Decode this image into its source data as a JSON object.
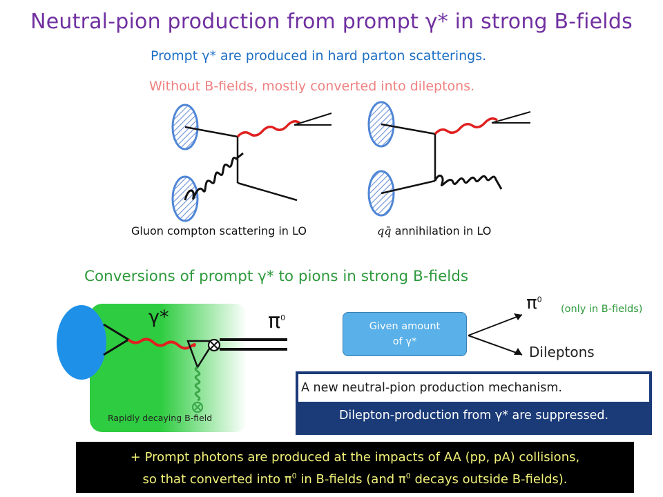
{
  "title": "Neutral-pion production from prompt γ* in strong B-fields",
  "subtitle_1": "Prompt γ* are produced in hard parton scatterings.",
  "subtitle_2": "Without B-fields, mostly converted into dileptons.",
  "diagrams": [
    {
      "caption": "Gluon compton scattering in LO"
    },
    {
      "caption_math": "qq̄",
      "caption": "annihilation in LO"
    }
  ],
  "conversion": {
    "title": "Conversions of prompt γ* to pions in strong B-fields",
    "gamma_label": "γ*",
    "pi0_label": "π",
    "pi0_sup": "0",
    "bfield_caption": "Rapidly decaying B-field"
  },
  "branching": {
    "box_line1": "Given amount",
    "box_line2": "of γ*",
    "pi0": "π",
    "pi0_sup": "0",
    "pi0_note": "(only in B-fields)",
    "dileptons": "Dileptons"
  },
  "mechanism": {
    "line1": "A new neutral-pion production mechanism.",
    "line2": "Dilepton-production  from γ*  are suppressed."
  },
  "footer": {
    "line1": "+ Prompt photons are produced at the impacts of AA (pp, pA) collisions,",
    "line2_a": "so that  converted into π",
    "line2_b": " in B-fields (and π",
    "line2_c": " decays outside B-fields).",
    "sup": "0"
  },
  "colors": {
    "title": "#7030a0",
    "subtitle_1": "#1c6fc4",
    "subtitle_2": "#f08080",
    "conversion_title": "#2e9a3c",
    "photon": "#e02020",
    "gluon": "#111111",
    "bfield": "#2ecc40",
    "parton": "#4f86d6",
    "box": "#5ab0e8",
    "mechanism_box": "#1a3a78",
    "footer_text": "#f2f27a"
  }
}
